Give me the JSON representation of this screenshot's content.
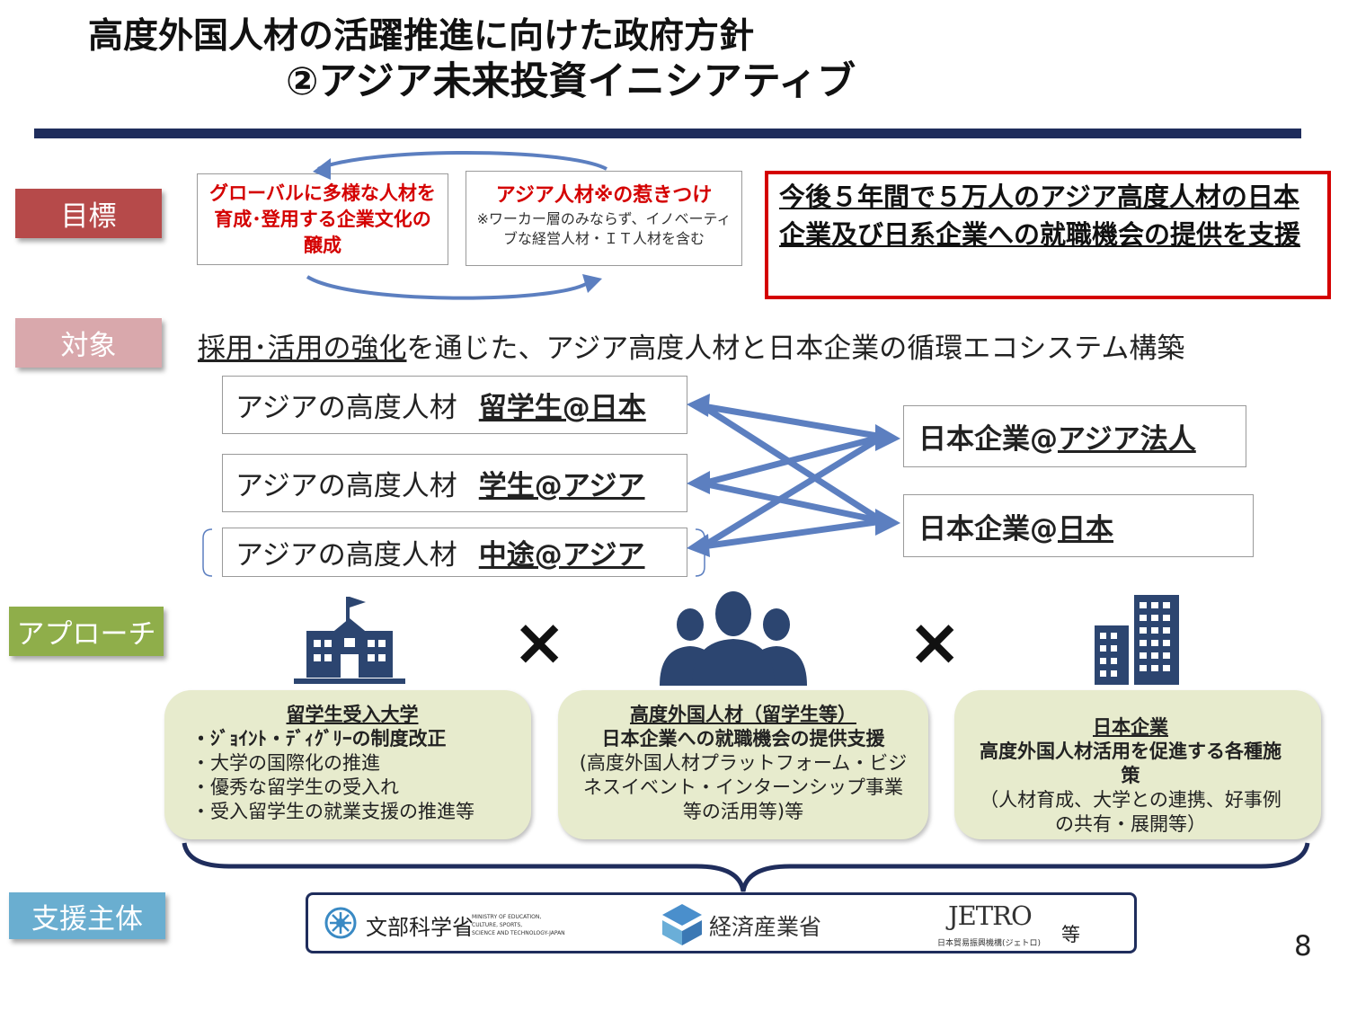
{
  "title": {
    "line1": "高度外国人材の活躍推進に向けた政府方針",
    "line2": "②アジア未来投資イニシアティブ"
  },
  "labels": {
    "goal": "目標",
    "target": "対象",
    "approach": "アプローチ",
    "support": "支援主体"
  },
  "goal": {
    "box1": "グローバルに多様な人材を育成･登用する企業文化の醸成",
    "box2_title": "アジア人材※の惹きつけ",
    "box2_note": "※ワーカー層のみならず、イノベーティブな経営人材・ＩＴ人材を含む",
    "target_prefix": "今後５年間で５万人のアジア高度人材の日本企業及び日系企業への就職機会の提供を支援"
  },
  "subject": {
    "headline_underlined": "採用･活用の強化",
    "headline_rest": "を通じた、アジア高度人材と日本企業の循環エコシステム構築"
  },
  "talent_rows": [
    {
      "prefix": "アジアの高度人材",
      "kind": "留学生@日本"
    },
    {
      "prefix": "アジアの高度人材",
      "kind": "学生@アジア"
    },
    {
      "prefix": "アジアの高度人材",
      "kind": "中途@アジア"
    }
  ],
  "companies": [
    {
      "prefix": "日本企業@",
      "suffix": "アジア法人"
    },
    {
      "prefix": "日本企業@",
      "suffix": "日本"
    }
  ],
  "approach": {
    "cross": "×",
    "univ": {
      "title": "留学生受入大学",
      "items": [
        "・ｼﾞｮｲﾝﾄ・ﾃﾞｨｸﾞﾘｰの制度改正",
        "・大学の国際化の推進",
        "・優秀な留学生の受入れ",
        "・受入留学生の就業支援の推進等"
      ]
    },
    "talent": {
      "title": "高度外国人材（留学生等）",
      "subtitle": "日本企業への就職機会の提供支援",
      "body": "(高度外国人材プラットフォーム・ビジネスイベント・インターンシップ事業等の活用等)等"
    },
    "corp": {
      "title": "日本企業",
      "subtitle": "高度外国人材活用を促進する各種施策",
      "body": "（人材育成、大学との連携、好事例の共有・展開等）"
    }
  },
  "supporters": {
    "mext_name": "文部科学省",
    "mext_en1": "MINISTRY OF EDUCATION,",
    "mext_en2": "CULTURE, SPORTS,",
    "mext_en3": "SCIENCE AND TECHNOLOGY-JAPAN",
    "meti_name": "経済産業省",
    "jetro_name": "JETRO",
    "jetro_sub": "日本貿易振興機構(ジェトロ)",
    "etc": "等"
  },
  "page_number": "8",
  "colors": {
    "navy": "#1f2d5c",
    "goal_label": "#b64a4a",
    "target_label": "#d9a8ac",
    "approach_label": "#8fae4a",
    "support_label": "#6aaed0",
    "emphasis_red": "#d40000",
    "arrow_blue": "#5c7fc0",
    "icon_navy": "#2c4570",
    "pill_bg": "#e7ebcd"
  }
}
